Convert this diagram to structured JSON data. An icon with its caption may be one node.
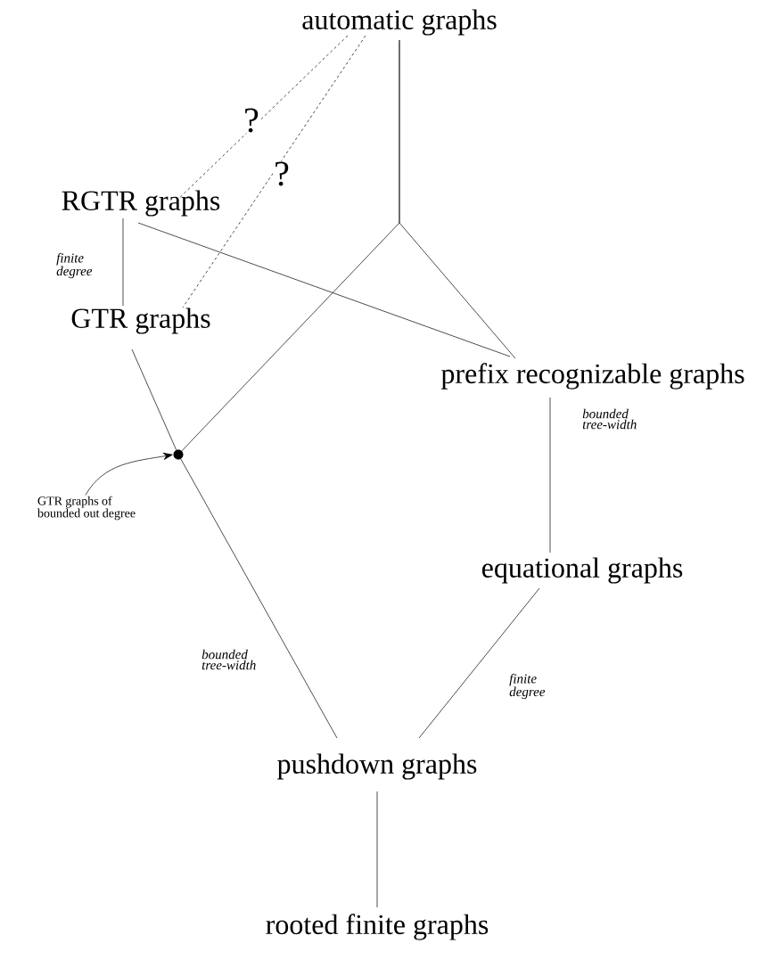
{
  "diagram": {
    "nodes": [
      {
        "text": [
          "automatic graphs"
        ]
      },
      {
        "text": [
          "RGTR graphs"
        ]
      },
      {
        "text": [
          "GTR graphs"
        ]
      },
      {
        "text": [
          "prefix recognizable graphs"
        ]
      },
      {
        "text": [
          "equational graphs"
        ]
      },
      {
        "text": [
          "pushdown graphs"
        ]
      },
      {
        "text": [
          "rooted finite graphs"
        ]
      },
      {
        "text": [],
        "shape": "circle"
      },
      {
        "text": [
          "GTR graphs of bounded out degree"
        ]
      }
    ],
    "edges": [
      {
        "from": 0,
        "to": 1,
        "arrow": "none",
        "style": "dashed",
        "label": "?"
      },
      {
        "from": 0,
        "to": 2,
        "arrow": "none",
        "style": "dashed",
        "label": "?"
      },
      {
        "from": 0,
        "to": 7,
        "arrow": "none"
      },
      {
        "from": 0,
        "to": 3,
        "arrow": "none"
      },
      {
        "from": 1,
        "to": 2,
        "arrow": "none",
        "label": "finite degree"
      },
      {
        "from": 1,
        "to": 3,
        "arrow": "none"
      },
      {
        "from": 2,
        "to": 7,
        "arrow": "none"
      },
      {
        "from": 7,
        "to": 5,
        "arrow": "none",
        "label": "bounded tree-width"
      },
      {
        "from": 3,
        "to": 4,
        "arrow": "none",
        "label": "bounded tree-width"
      },
      {
        "from": 4,
        "to": 5,
        "arrow": "none",
        "label": "finite degree"
      },
      {
        "from": 5,
        "to": 6,
        "arrow": "none"
      },
      {
        "from": 8,
        "to": 7,
        "arrow": "to"
      }
    ]
  }
}
